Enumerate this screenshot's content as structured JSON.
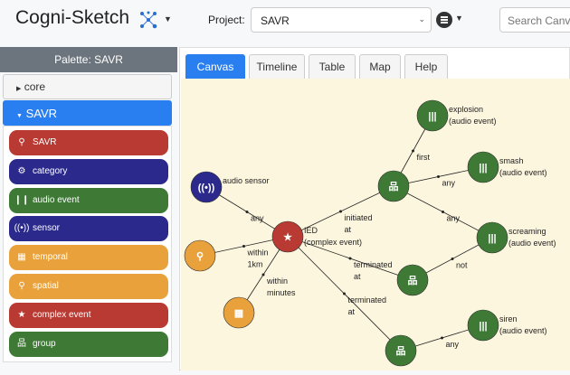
{
  "header": {
    "brand": "Cogni-Sketch",
    "project_label": "Project:",
    "project_value": "SAVR",
    "search_placeholder": "Search Canvas"
  },
  "palette": {
    "title": "Palette: SAVR",
    "sections": [
      {
        "label": "core",
        "expanded": false
      },
      {
        "label": "SAVR",
        "expanded": true
      }
    ],
    "items": [
      {
        "label": "SAVR",
        "icon": "search-icon",
        "color": "#b83a32"
      },
      {
        "label": "category",
        "icon": "cogs-icon",
        "color": "#2b2a8c"
      },
      {
        "label": "audio event",
        "icon": "audio-wave-icon",
        "color": "#3e7a36"
      },
      {
        "label": "sensor",
        "icon": "broadcast-icon",
        "color": "#2b2a8c"
      },
      {
        "label": "temporal",
        "icon": "calendar-icon",
        "color": "#e9a23b"
      },
      {
        "label": "spatial",
        "icon": "map-pin-icon",
        "color": "#e9a23b"
      },
      {
        "label": "complex event",
        "icon": "calendar-star-icon",
        "color": "#b83a32"
      },
      {
        "label": "group",
        "icon": "hierarchy-icon",
        "color": "#3e7a36"
      }
    ]
  },
  "tabs": [
    "Canvas",
    "Timeline",
    "Table",
    "Map",
    "Help"
  ],
  "active_tab": "Canvas",
  "graph": {
    "nodes": [
      {
        "id": "sensor",
        "label": [
          "audio sensor"
        ],
        "type": "sensor"
      },
      {
        "id": "ied",
        "label": [
          "IED",
          "(complex event)"
        ],
        "type": "complex event"
      },
      {
        "id": "spatial",
        "label": [],
        "type": "spatial"
      },
      {
        "id": "temporal",
        "label": [],
        "type": "temporal"
      },
      {
        "id": "g1",
        "label": [],
        "type": "group"
      },
      {
        "id": "g2",
        "label": [],
        "type": "group"
      },
      {
        "id": "g3",
        "label": [],
        "type": "group"
      },
      {
        "id": "explosion",
        "label": [
          "explosion",
          "(audio event)"
        ],
        "type": "audio event"
      },
      {
        "id": "smash",
        "label": [
          "smash",
          "(audio event)"
        ],
        "type": "audio event"
      },
      {
        "id": "screaming",
        "label": [
          "screaming",
          "(audio event)"
        ],
        "type": "audio event"
      },
      {
        "id": "siren",
        "label": [
          "siren",
          "(audio event)"
        ],
        "type": "audio event"
      }
    ],
    "edges": [
      {
        "from": "sensor",
        "to": "ied",
        "label": [
          "any"
        ]
      },
      {
        "from": "spatial",
        "to": "ied",
        "label": [
          "within",
          "1km"
        ]
      },
      {
        "from": "temporal",
        "to": "ied",
        "label": [
          "within",
          "minutes"
        ]
      },
      {
        "from": "ied",
        "to": "g1",
        "label": [
          "initiated",
          "at"
        ]
      },
      {
        "from": "ied",
        "to": "g2",
        "label": [
          "terminated",
          "at"
        ]
      },
      {
        "from": "ied",
        "to": "g3",
        "label": [
          "terminated",
          "at"
        ]
      },
      {
        "from": "g1",
        "to": "explosion",
        "label": [
          "first"
        ]
      },
      {
        "from": "g1",
        "to": "smash",
        "label": [
          "any"
        ]
      },
      {
        "from": "g1",
        "to": "screaming",
        "label": [
          "any"
        ]
      },
      {
        "from": "g2",
        "to": "screaming",
        "label": [
          "not"
        ]
      },
      {
        "from": "g3",
        "to": "siren",
        "label": [
          "any"
        ]
      }
    ]
  }
}
